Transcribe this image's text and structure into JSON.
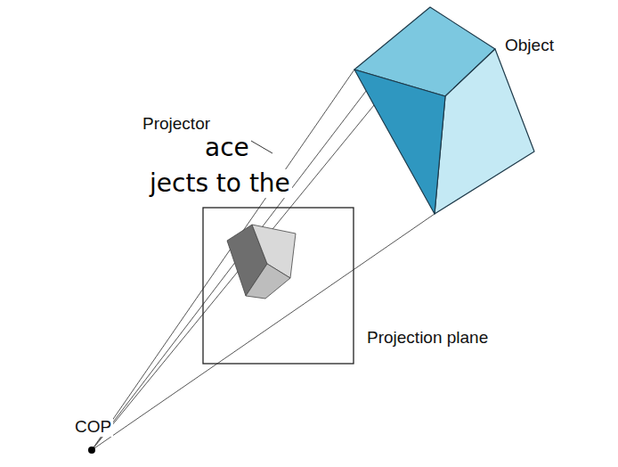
{
  "diagram": {
    "labels": [
      "ace",
      "jects to the",
      "Projector",
      "Object",
      "Projection plane",
      "COP"
    ]
  }
}
